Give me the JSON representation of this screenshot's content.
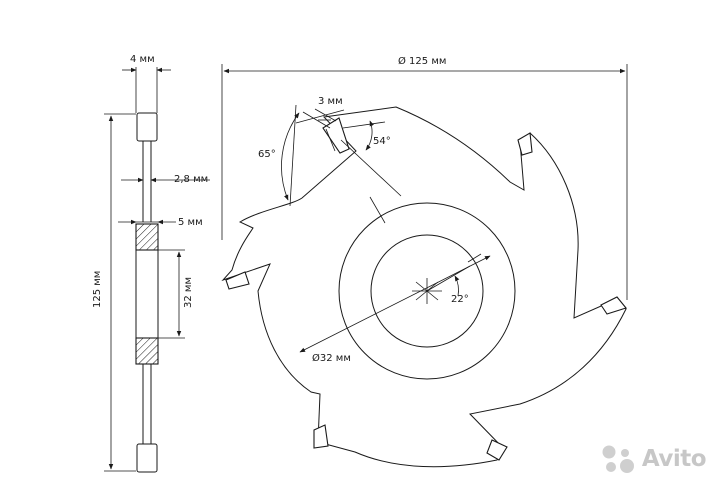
{
  "drawing": {
    "side_view": {
      "thickness_label": "4 мм",
      "shaft_label": "2,8 мм",
      "hub_label": "5 мм",
      "bore_label": "32 мм",
      "height_label": "125 мм"
    },
    "front_view": {
      "outer_diameter_label": "Ø 125 мм",
      "tooth_width_label": "3 мм",
      "angle_54_label": "54°",
      "angle_65_label": "65°",
      "angle_22_label": "22°",
      "bore_diameter_label": "Ø32 мм",
      "tooth_count": 6
    }
  },
  "watermark": {
    "text": "Avito",
    "icon": "avito-logo-icon"
  },
  "colors": {
    "line": "#1a1a1a",
    "watermark": "#9a9a9a"
  }
}
